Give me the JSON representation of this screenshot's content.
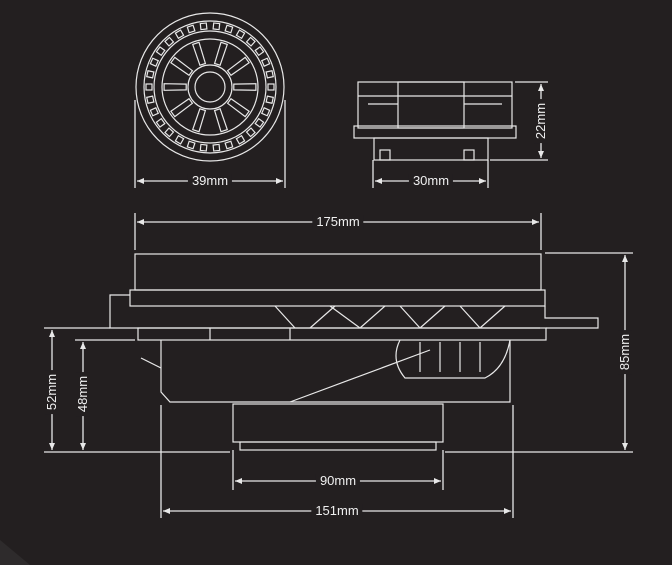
{
  "colors": {
    "background": "#231f20",
    "lines": "#e8e8e8"
  },
  "dimensions": {
    "tweeter_diameter": "39mm",
    "tweeter_mount_width": "30mm",
    "tweeter_depth": "22mm",
    "woofer_outer_width": "175mm",
    "woofer_total_depth": "85mm",
    "mount_depth": "52mm",
    "mount_depth_inner": "48mm",
    "magnet_diameter": "90mm",
    "basket_width": "151mm"
  }
}
